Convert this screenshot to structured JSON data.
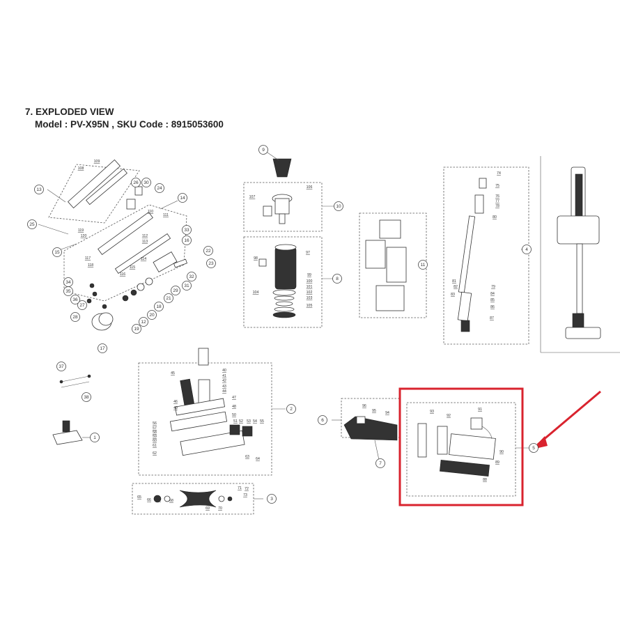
{
  "header": {
    "title": "7. EXPLODED VIEW",
    "model_line": "Model : PV-X95N , SKU Code : 8915053600"
  },
  "callouts": [
    "1",
    "2",
    "3",
    "4",
    "5",
    "6",
    "7",
    "8",
    "9",
    "10",
    "11",
    "12",
    "13",
    "14",
    "15",
    "16",
    "17",
    "18",
    "19",
    "20",
    "21",
    "22",
    "23",
    "24",
    "25",
    "26",
    "27",
    "28",
    "29",
    "30",
    "31",
    "32",
    "33",
    "34",
    "35",
    "36",
    "37",
    "38"
  ],
  "part_numbers": [
    "40",
    "41",
    "42",
    "43",
    "44",
    "45",
    "46",
    "47",
    "48",
    "49",
    "50",
    "51",
    "52",
    "53",
    "54",
    "55",
    "56",
    "57",
    "58",
    "59",
    "60",
    "61",
    "62",
    "63",
    "64",
    "65",
    "66",
    "67",
    "68",
    "69",
    "70",
    "71",
    "72",
    "73",
    "74",
    "75",
    "76",
    "77",
    "78",
    "79",
    "80",
    "81",
    "82",
    "83",
    "84",
    "85",
    "86",
    "87",
    "88",
    "89",
    "90",
    "91",
    "92",
    "93",
    "94",
    "95",
    "96",
    "97",
    "98",
    "99",
    "100",
    "101",
    "102",
    "103",
    "104",
    "105",
    "106",
    "107",
    "108",
    "109",
    "110",
    "111",
    "112",
    "113",
    "114",
    "115",
    "116",
    "117",
    "118",
    "119",
    "120"
  ],
  "highlight": {
    "color": "#d9232e",
    "target_callout": "5"
  },
  "colors": {
    "line": "#555555",
    "text": "#222222",
    "highlight": "#d9232e"
  }
}
